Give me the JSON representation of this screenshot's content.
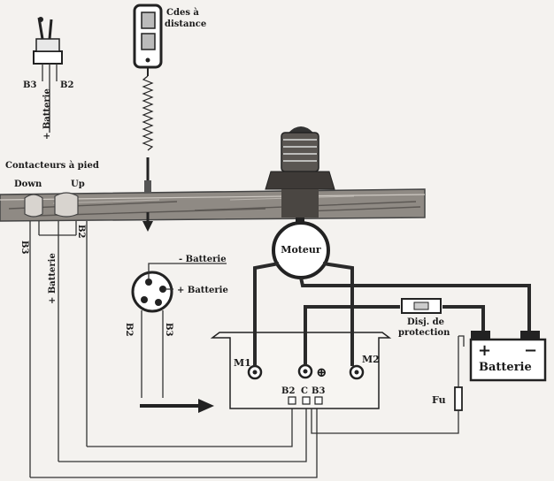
{
  "labels": {
    "remote_control": [
      "Cdes à",
      "distance"
    ],
    "toggle_b3": "B3",
    "toggle_b2": "B2",
    "toggle_battery": "+ Batterie",
    "foot_switches_title": "Contacteurs à pied",
    "down": "Down",
    "up": "Up",
    "deck_b3": "B3",
    "deck_b2": "B2",
    "deck_battery": "+ Batterie",
    "motor": "Moteur",
    "minus_battery": "- Batterie",
    "plus_battery": "+ Batterie",
    "connector_b2": "B2",
    "connector_b3": "B3",
    "breaker": [
      "Disj. de",
      "protection"
    ],
    "battery": "Batterie",
    "battery_plus": "+",
    "battery_minus": "−",
    "m1": "M1",
    "m2": "M2",
    "terminal_plus": "⊕",
    "term_b2": "B2",
    "term_c": "C",
    "term_b3": "B3",
    "fuse": "Fu"
  },
  "colors": {
    "wire": "#2a2a2a",
    "deck": "#8a8580",
    "paper": "#f4f2ef"
  }
}
